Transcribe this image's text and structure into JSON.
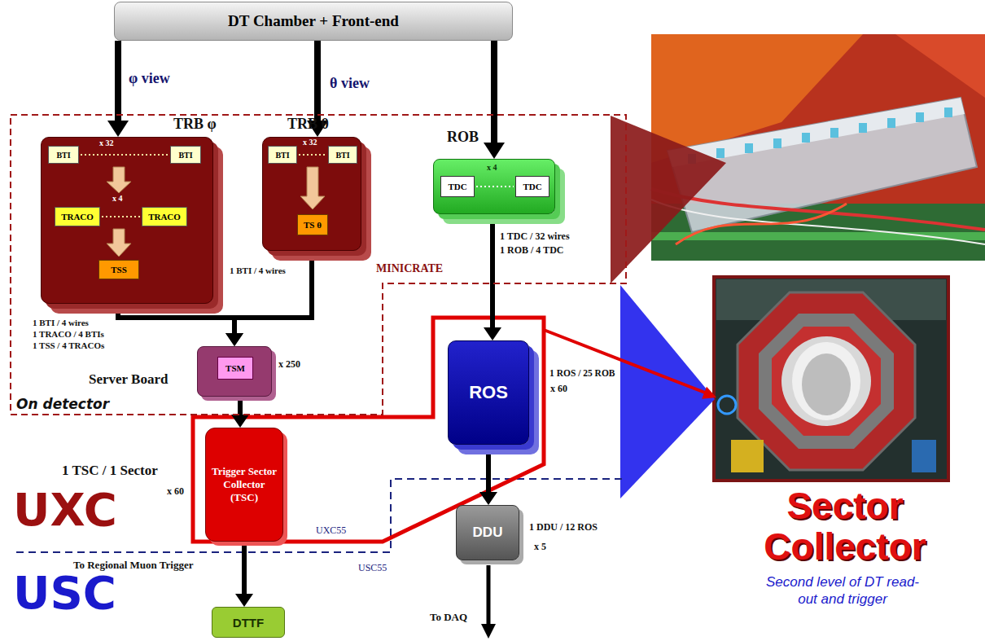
{
  "diagram": {
    "nodes": [
      {
        "text": [
          "DT Chamber + Front-end"
        ]
      },
      {
        "text": [
          "On detector"
        ]
      },
      {
        "text": [
          "TRB φ"
        ],
        "in": 1
      },
      {
        "text": [
          "BTI"
        ],
        "in": 2
      },
      {
        "text": [
          "BTI"
        ],
        "in": 2
      },
      {
        "text": [
          "TRACO"
        ],
        "in": 2
      },
      {
        "text": [
          "TRACO"
        ],
        "in": 2
      },
      {
        "text": [
          "TSS"
        ],
        "in": 2
      },
      {
        "text": [
          "TRB θ"
        ],
        "in": 1
      },
      {
        "text": [
          "BTI"
        ],
        "in": 8
      },
      {
        "text": [
          "BTI"
        ],
        "in": 8
      },
      {
        "text": [
          "TS θ"
        ],
        "in": 8
      },
      {
        "text": [
          "ROB"
        ],
        "in": 1
      },
      {
        "text": [
          "TDC"
        ],
        "in": 12
      },
      {
        "text": [
          "TDC"
        ],
        "in": 12
      },
      {
        "text": [
          "Server Board"
        ],
        "in": 1
      },
      {
        "text": [
          "TSM"
        ],
        "in": 15
      },
      {
        "text": [
          "ROS"
        ]
      },
      {
        "text": [
          "Trigger Sector Collector (TSC)"
        ]
      },
      {
        "text": [
          "DDU"
        ]
      },
      {
        "text": [
          "DTTF"
        ]
      }
    ],
    "edges": [
      {
        "from": 0,
        "to": 2,
        "arrow": "to",
        "label": "φ view"
      },
      {
        "from": 0,
        "to": 8,
        "arrow": "to",
        "label": "θ view"
      },
      {
        "from": 0,
        "to": 12,
        "arrow": "to"
      },
      {
        "from": 2,
        "to": 15,
        "arrow": "to"
      },
      {
        "from": 8,
        "to": 15,
        "arrow": "to"
      },
      {
        "from": 12,
        "to": 17,
        "arrow": "to"
      },
      {
        "from": 15,
        "to": 18,
        "arrow": "to"
      },
      {
        "from": 17,
        "to": 19,
        "arrow": "to"
      },
      {
        "from": 18,
        "to": 20,
        "arrow": "to",
        "label": "To Regional Muon Trigger"
      }
    ],
    "labels": [
      "x 32",
      "x 4",
      "x 32",
      "x 4",
      "1 BTI / 4 wires",
      "MINICRATE",
      "1 TDC / 32 wires",
      "1 ROB / 4 TDC",
      "1 BTI / 4 wires",
      "1 TRACO / 4 BTIs",
      "1 TSS / 4 TRACOs",
      "x 250",
      "1 ROS / 25 ROB",
      "x 60",
      "1 TSC / 1 Sector",
      "x 60",
      "UXC",
      "UXC55",
      "USC",
      "USC55",
      "1 DDU / 12 ROS",
      "x 5",
      "To DAQ",
      "Sector Collector",
      "Second level of DT read-out and trigger"
    ]
  }
}
